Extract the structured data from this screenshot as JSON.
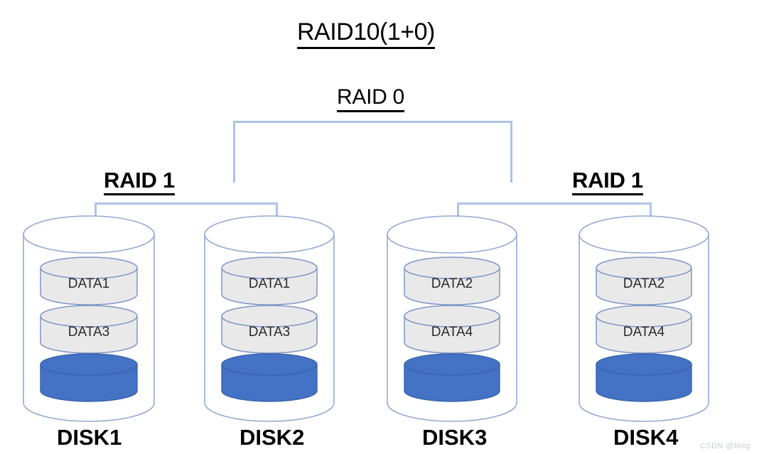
{
  "diagram": {
    "title": "RAID10(1+0)",
    "stripe_group_label": "RAID 0",
    "mirror_group_left_label": "RAID 1",
    "mirror_group_right_label": "RAID 1",
    "accent_line_color": "#adc3ea",
    "disk_outline_color": "#93a9d4",
    "data_block_fill": "#e9e9e9",
    "free_space_fill": "#4472c4",
    "text_color": "#000000"
  },
  "disks": [
    {
      "name": "DISK1",
      "blocks": [
        "DATA1",
        "DATA3"
      ],
      "has_free_space_block": true
    },
    {
      "name": "DISK2",
      "blocks": [
        "DATA1",
        "DATA3"
      ],
      "has_free_space_block": true
    },
    {
      "name": "DISK3",
      "blocks": [
        "DATA2",
        "DATA4"
      ],
      "has_free_space_block": true
    },
    {
      "name": "DISK4",
      "blocks": [
        "DATA2",
        "DATA4"
      ],
      "has_free_space_block": true
    }
  ],
  "watermark": "CSDN @fhitg"
}
